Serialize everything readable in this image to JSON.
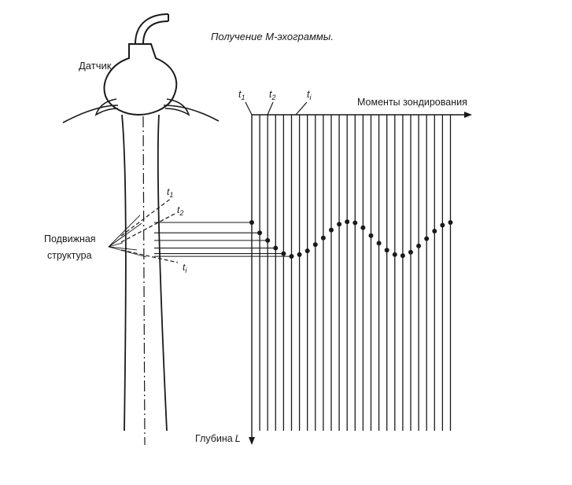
{
  "title": "Получение М-эхограммы.",
  "labels": {
    "sensor": "Датчик",
    "structure_line1": "Подвижная",
    "structure_line2": "структура",
    "time_axis": "Моменты зондирования",
    "depth_axis_text": "Глубина",
    "depth_axis_symbol": "L",
    "t": "t",
    "sub_1": "1",
    "sub_2": "2",
    "sub_i": "i"
  },
  "m_mode": {
    "sweep_count": 26,
    "echo_depth_trace": [
      0.0,
      0.3,
      0.52,
      0.74,
      0.9,
      0.98,
      0.93,
      0.82,
      0.64,
      0.45,
      0.22,
      0.05,
      -0.02,
      0.01,
      0.15,
      0.38,
      0.6,
      0.8,
      0.93,
      0.96,
      0.86,
      0.68,
      0.47,
      0.25,
      0.08,
      0.0
    ],
    "note_units": "relative depth (0 = shallowest, 1 = deepest)"
  },
  "colors": {
    "ink": "#1a1a1a",
    "background": "#ffffff"
  }
}
